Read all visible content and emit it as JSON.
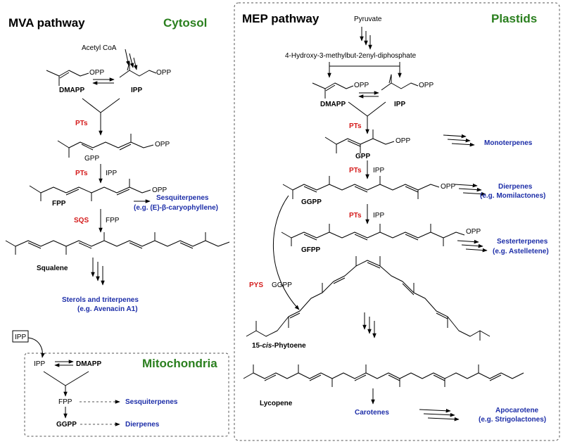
{
  "mva": {
    "title": "MVA pathway",
    "location": "Cytosol",
    "acetyl_coa": "Acetyl CoA",
    "dmapp": "DMAPP",
    "ipp": "IPP",
    "opp": "OPP",
    "pts": "PTs",
    "gpp": "GPP",
    "fpp": "FPP",
    "sqs": "SQS",
    "sesquiterpenes": "Sesquiterpenes",
    "sesquiterpenes_eg": "(e.g. (E)-β-caryophyllene)",
    "squalene": "Squalene",
    "sterols": "Sterols and triterpenes",
    "sterols_eg": "(e.g. Avenacin A1)"
  },
  "mito": {
    "title": "Mitochondria",
    "ipp_box": "IPP",
    "ipp": "IPP",
    "dmapp": "DMAPP",
    "fpp": "FPP",
    "ggpp": "GGPP",
    "sesquiterpenes": "Sesquiterpenes",
    "dierpenes": "Dierpenes"
  },
  "mep": {
    "title": "MEP pathway",
    "location": "Plastids",
    "pyruvate": "Pyruvate",
    "hmbpp": "4-Hydroxy-3-methylbut-2enyl-diphosphate",
    "dmapp": "DMAPP",
    "ipp": "IPP",
    "opp": "OPP",
    "pts": "PTs",
    "gpp": "GPP",
    "monoterpenes": "Monoterpenes",
    "ggpp": "GGPP",
    "dierpenes": "Dierpenes",
    "dierpenes_eg": "(e.g. Momilactones)",
    "gfpp": "GFPP",
    "sesterterpenes": "Sesterterpenes",
    "sesterterpenes_eg": "(e.g. Astelletene)",
    "pys": "PYS",
    "phytoene_prefix": "15-",
    "phytoene_cis": "cis",
    "phytoene_suffix": "-Phytoene",
    "lycopene": "Lycopene",
    "carotenes": "Carotenes",
    "apocarotene": "Apocarotene",
    "apocarotene_eg": "(e.g. Strigolactones)"
  }
}
